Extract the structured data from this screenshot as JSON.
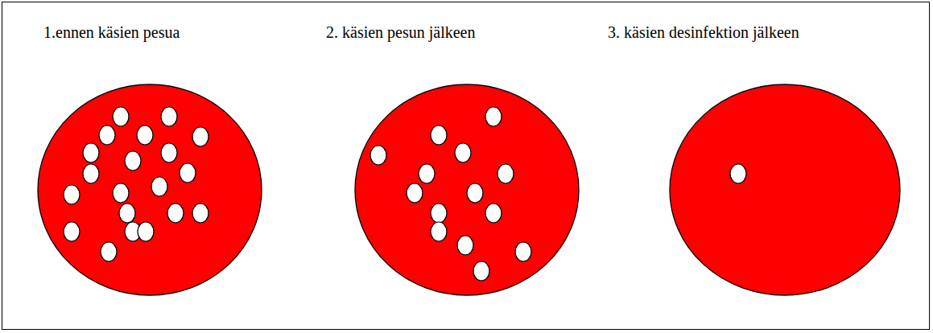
{
  "diagram": {
    "nodes": [
      {
        "text": [
          "1.ennen käsien pesua"
        ]
      },
      {
        "text": [
          "2. käsien pesun jälkeen"
        ]
      },
      {
        "text": [
          "3. käsien desinfektion jälkeen"
        ]
      }
    ]
  }
}
